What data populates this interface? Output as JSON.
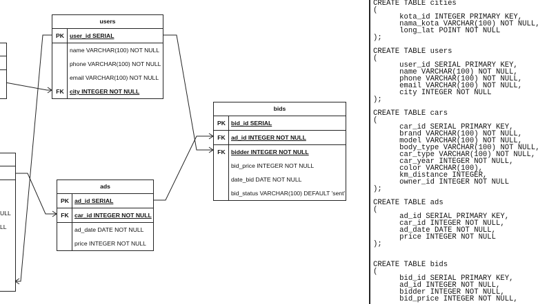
{
  "users": {
    "title": "users",
    "rows": [
      {
        "key": "PK",
        "field": "user_id SERIAL"
      },
      {
        "key": "",
        "field": "name VARCHAR(100) NOT NULL"
      },
      {
        "key": "",
        "field": "phone VARCHAR(100) NOT NULL"
      },
      {
        "key": "",
        "field": "email VARCHAR(100) NOT NULL"
      },
      {
        "key": "FK",
        "field": "city INTEGER NOT NULL"
      }
    ]
  },
  "bids": {
    "title": "bids",
    "rows": [
      {
        "key": "PK",
        "field": "bid_id SERIAL"
      },
      {
        "key": "FK",
        "field": "ad_id INTEGER NOT NULL"
      },
      {
        "key": "FK",
        "field": "bidder INTEGER NOT NULL"
      },
      {
        "key": "",
        "field": "bid_price INTEGER NOT NULL"
      },
      {
        "key": "",
        "field": "date_bid DATE NOT NULL"
      },
      {
        "key": "",
        "field": "bid_status VARCHAR(100) DEFAULT 'sent'"
      }
    ]
  },
  "ads": {
    "title": "ads",
    "rows": [
      {
        "key": "PK",
        "field": "ad_id SERIAL"
      },
      {
        "key": "FK",
        "field": "car_id INTEGER NOT NULL"
      },
      {
        "key": "",
        "field": "ad_date DATE NOT NULL"
      },
      {
        "key": "",
        "field": "price INTEGER NOT NULL"
      }
    ]
  },
  "partial_cars_text": [
    "ULL",
    "LL"
  ],
  "sql_code": "CREATE TABLE cities\n(\n      kota_id INTEGER PRIMARY KEY,\n      nama_kota VARCHAR(100) NOT NULL,\n      long_lat POINT NOT NULL\n);\n\nCREATE TABLE users\n(\n      user_id SERIAL PRIMARY KEY,\n      name VARCHAR(100) NOT NULL,\n      phone VARCHAR(100) NOT NULL,\n      email VARCHAR(100) NOT NULL,\n      city INTEGER NOT NULL\n);\n\nCREATE TABLE cars\n(\n      car_id SERIAL PRIMARY KEY,\n      brand VARCHAR(100) NOT NULL,\n      model VARCHAR(100) NOT NULL,\n      body_type VARCHAR(100) NOT NULL,\n      car_type VARCHAR(100) NOT NULL,\n      car_year INTEGER NOT NULL,\n      color VARCHAR(100),\n      km_distance INTEGER,\n      owner_id INTEGER NOT NULL\n);\n\nCREATE TABLE ads\n(\n      ad_id SERIAL PRIMARY KEY,\n      car_id INTEGER NOT NULL,\n      ad_date DATE NOT NULL,\n      price INTEGER NOT NULL\n);\n\n\nCREATE TABLE bids\n(\n      bid_id SERIAL PRIMARY KEY,\n      ad_id INTEGER NOT NULL,\n      bidder INTEGER NOT NULL,\n      bid_price INTEGER NOT NULL,"
}
